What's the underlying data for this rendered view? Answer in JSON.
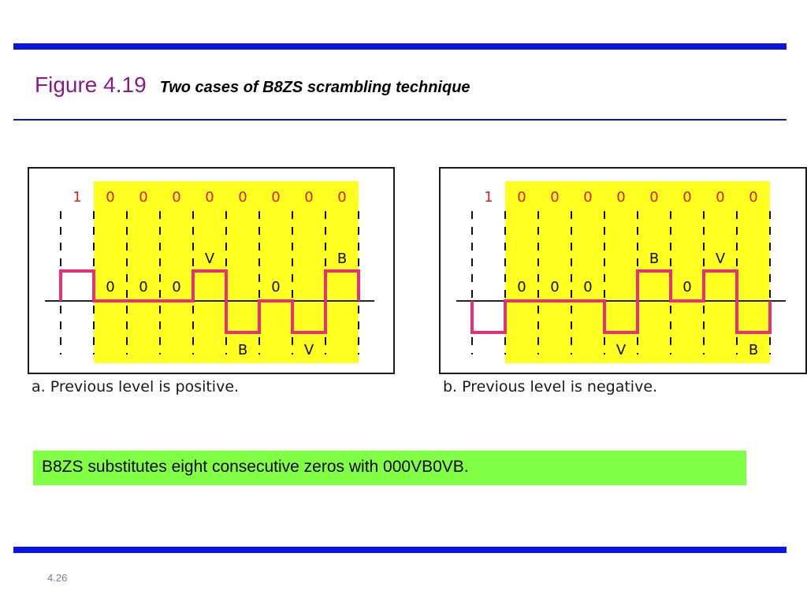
{
  "colors": {
    "rule": "#0a14e6",
    "title": "#8a1a8a",
    "highlight": "#ffff22",
    "signal": "#e8307a",
    "bit_label": "#d8202a",
    "note_bg": "#80ff44"
  },
  "title": {
    "figure": "Figure 4.19",
    "caption": "Two cases of B8ZS scrambling technique"
  },
  "diagrams": [
    {
      "caption": "a. Previous level is positive.",
      "bits": [
        "1",
        "0",
        "0",
        "0",
        "0",
        "0",
        "0",
        "0",
        "0"
      ],
      "levels": [
        1,
        0,
        0,
        0,
        1,
        -1,
        0,
        -1,
        1
      ],
      "pulse_labels": [
        "0",
        "0",
        "0",
        "V",
        "B",
        "0",
        "V",
        "B"
      ]
    },
    {
      "caption": "b. Previous level is negative.",
      "bits": [
        "1",
        "0",
        "0",
        "0",
        "0",
        "0",
        "0",
        "0",
        "0"
      ],
      "levels": [
        -1,
        0,
        0,
        0,
        -1,
        1,
        0,
        1,
        -1
      ],
      "pulse_labels": [
        "0",
        "0",
        "0",
        "V",
        "B",
        "0",
        "V",
        "B"
      ]
    }
  ],
  "note": "B8ZS substitutes eight consecutive zeros with 000VB0VB.",
  "page_number": "4.26"
}
